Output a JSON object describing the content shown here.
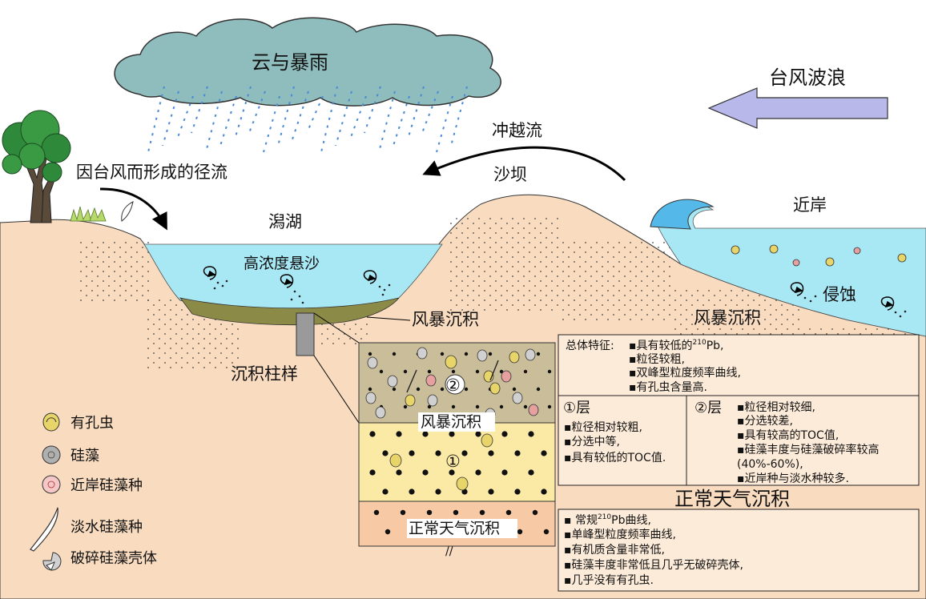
{
  "labels": {
    "cloud": "云与暴雨",
    "typhoon_waves": "台风波浪",
    "overwash": "冲越流",
    "runoff": "因台风而形成的径流",
    "sandbar": "沙坝",
    "lagoon": "潟湖",
    "nearshore": "近岸",
    "suspended": "高浓度悬沙",
    "erosion": "侵蚀",
    "storm_deposit_lagoon": "风暴沉积",
    "storm_deposit_right": "风暴沉积",
    "core": "沉积柱样",
    "core_storm": "风暴沉积",
    "core_normal": "正常天气沉积",
    "layer2_mark": "②",
    "layer1_mark": "①",
    "core_break": "//"
  },
  "legend": [
    {
      "icon": "foraminifera-icon",
      "label": "有孔虫"
    },
    {
      "icon": "diatom-icon",
      "label": "硅藻"
    },
    {
      "icon": "nearshore-diatom-icon",
      "label": "近岸硅藻种"
    },
    {
      "icon": "freshwater-diatom-icon",
      "label": "淡水硅藻种"
    },
    {
      "icon": "broken-diatom-icon",
      "label": "破碎硅藻壳体"
    }
  ],
  "storm_panel": {
    "general_title": "总体特征:",
    "general_items": [
      "▪具有较低的",
      "▪粒径较粗,",
      "▪双峰型粒度频率曲线,",
      "▪有孔虫含量高."
    ],
    "general_item1_sup": "210",
    "general_item1_tail": "Pb,",
    "layer1_title": "①层",
    "layer1_items": [
      "▪粒径相对较粗,",
      "▪分选中等,",
      "▪具有较低的TOC值."
    ],
    "layer2_title": "②层",
    "layer2_items": [
      "▪粒径相对较细,",
      "▪分选较差,",
      "▪具有较高的TOC值,",
      "▪硅藻丰度与硅藻破碎率较高",
      "(40%-60%),",
      "▪近岸种与淡水种较多."
    ]
  },
  "normal_panel": {
    "title": "正常天气沉积",
    "item1_prefix": "▪ 常规",
    "item1_sup": "210",
    "item1_tail": "Pb曲线,",
    "items": [
      "▪单峰型粒度频率曲线,",
      "▪有机质含量非常低,",
      "▪硅藻丰度非常低且几乎无破碎壳体,",
      "▪几乎没有有孔虫."
    ]
  },
  "colors": {
    "sand": "#f9dcc0",
    "water": "#a8e8f4",
    "cloud": "#8fbcbc",
    "rain": "#4a8ad6",
    "storm_layer": "#c9bd9a",
    "layer1": "#fbe9a6",
    "normal_layer": "#f7c9a5",
    "mud": "#8c8a47",
    "wave": "#54b8e8",
    "arrow": "#b8b8ea",
    "tree": "#2e8a3a"
  }
}
